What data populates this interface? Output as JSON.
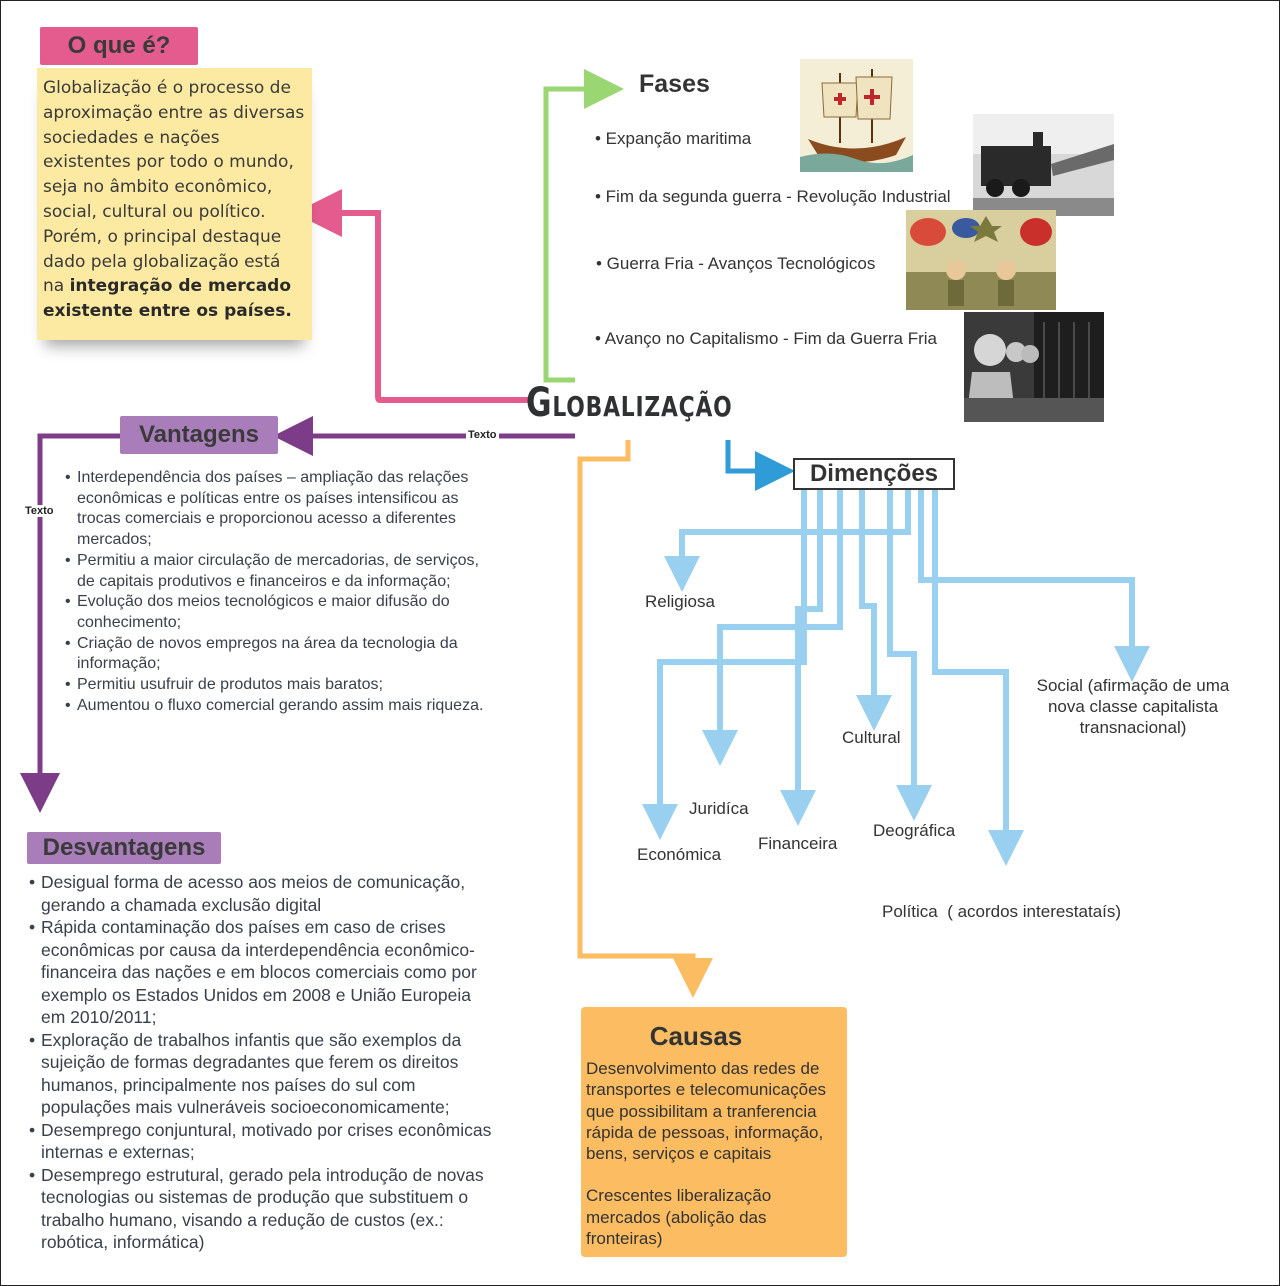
{
  "center": {
    "title": "Globalização"
  },
  "oque": {
    "tag": "O que é?",
    "text_plain": "Globalização é o processo de aproximação entre as diversas sociedades e nações existentes por todo o mundo, seja no âmbito econômico, social, cultural ou político. Porém, o principal destaque dado pela globalização está na ",
    "text_bold": "integração de mercado existente entre os países."
  },
  "fases": {
    "title": "Fases",
    "items": [
      "• Expanção maritima",
      "• Fim da segunda guerra - Revolução Industrial",
      "• Guerra Fria - Avanços Tecnológicos",
      "• Avanço no Capitalismo - Fim da Guerra Fria"
    ]
  },
  "vantagens": {
    "tag": "Vantagens",
    "items": [
      "Interdependência dos países – ampliação das relações econômicas e políticas entre os países intensificou as trocas comerciais e proporcionou acesso a diferentes mercados;",
      "Permitiu a maior circulação de mercadorias, de serviços, de capitais produtivos e financeiros e da informação;",
      "Evolução dos meios tecnológicos e maior difusão do conhecimento;",
      "Criação de novos empregos na área da tecnologia da informação;",
      "Permitiu usufruir de produtos mais baratos;",
      "Aumentou o fluxo comercial gerando assim mais riqueza."
    ]
  },
  "desvantagens": {
    "tag": "Desvantagens",
    "items": [
      "Desigual forma de acesso aos meios de comunicação, gerando a chamada exclusão digital",
      "Rápida contaminação dos países em caso de crises econômicas por causa da interdependência econômico-financeira das nações e em blocos comerciais como por exemplo os Estados Unidos em 2008 e União Europeia em 2010/2011;",
      "Exploração de trabalhos infantis que são exemplos da sujeição de formas degradantes que ferem os direitos humanos, principalmente nos países do sul com populações mais vulneráveis socioeconomicamente;",
      "Desemprego conjuntural, motivado por crises econômicas internas e externas;",
      "Desemprego estrutural, gerado pela introdução de novas tecnologias ou sistemas de produção que substituem o trabalho humano, visando a redução de custos (ex.: robótica, informática)"
    ]
  },
  "dimensoes": {
    "title": "Dimenções",
    "religiosa": "Religiosa",
    "social": "Social (afirmação de uma nova classe capitalista transnacional)",
    "cultural": "Cultural",
    "juridica": "Juridíca",
    "financeira": "Financeira",
    "deografica": "Deográfica",
    "economica": "Económica",
    "politica": "Política  ( acordos interestataís)"
  },
  "causas": {
    "title": "Causas",
    "p1": "Desenvolvimento das redes de transportes e telecomunicações que possibilitam a tranferencia rápida de pessoas, informação, bens, serviços e capitais",
    "p2": "Crescentes liberalização mercados (abolição das fronteiras)"
  },
  "connector_labels": {
    "texto1": "Texto",
    "texto2": "Texto"
  },
  "colors": {
    "pink": "#e45c8e",
    "green": "#9ad672",
    "purple": "#7d3c87",
    "orange": "#fbbc62",
    "blue_dark": "#2f9bd7",
    "blue_light": "#9ad0ef",
    "yellow_note": "#fdeaa2"
  }
}
